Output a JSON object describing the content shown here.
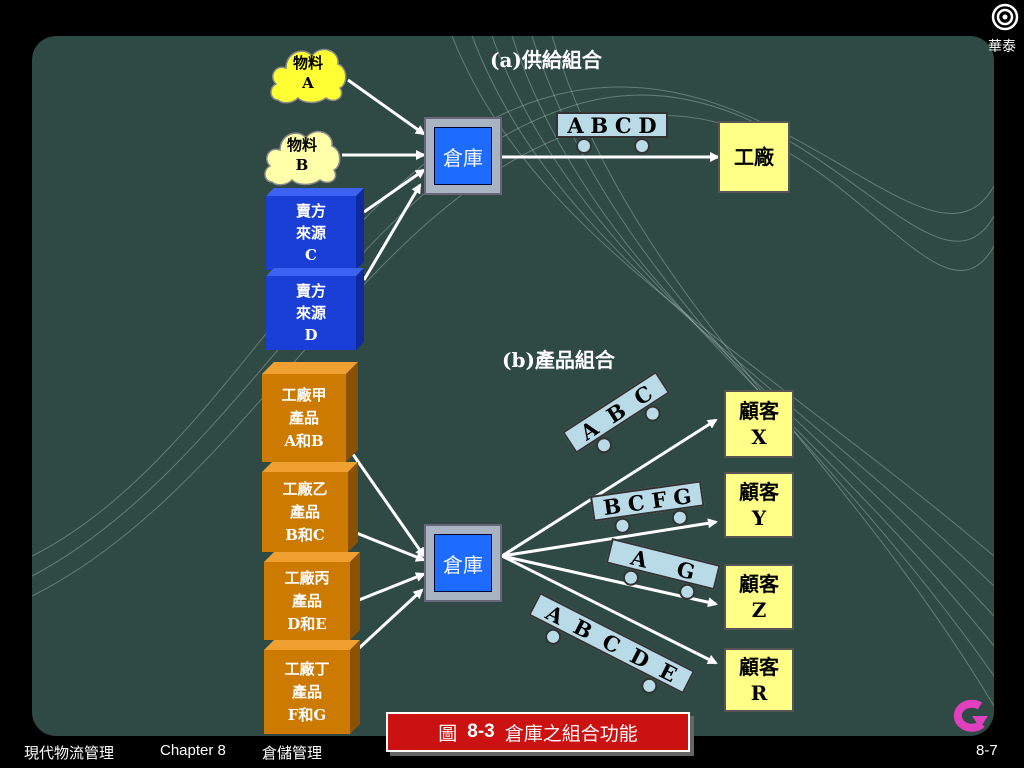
{
  "section_a": {
    "title": "(a)供給組合",
    "material_a": [
      "物料",
      "A"
    ],
    "material_b": [
      "物料",
      "B"
    ],
    "seller_c": [
      "賣方",
      "來源",
      "C"
    ],
    "seller_d": [
      "賣方",
      "來源",
      "D"
    ],
    "warehouse": "倉庫",
    "cart": [
      "A",
      "B",
      "C",
      "D"
    ],
    "factory": "工廠"
  },
  "section_b": {
    "title": "(b)產品組合",
    "warehouse": "倉庫",
    "factories": [
      [
        "工廠甲",
        "產品",
        "A和B"
      ],
      [
        "工廠乙",
        "產品",
        "B和C"
      ],
      [
        "工廠丙",
        "產品",
        "D和E"
      ],
      [
        "工廠丁",
        "產品",
        "F和G"
      ]
    ],
    "carts": [
      [
        "A",
        "B",
        "C"
      ],
      [
        "B",
        "C",
        "F",
        "G"
      ],
      [
        "A",
        "G"
      ],
      [
        "A",
        "B",
        "C",
        "D",
        "E"
      ]
    ],
    "customers": [
      [
        "顧客",
        "X"
      ],
      [
        "顧客",
        "Y"
      ],
      [
        "顧客",
        "Z"
      ],
      [
        "顧客",
        "R"
      ]
    ]
  },
  "caption": {
    "prefix": "圖",
    "number": "8-3",
    "text": "倉庫之組合功能"
  },
  "footer": {
    "book": "現代物流管理",
    "chapter": "Chapter 8",
    "topic": "倉儲管理",
    "page": "8-7"
  },
  "publisher": "華泰",
  "colors": {
    "board": "#2f4a45",
    "warehouse": "#1e6bff",
    "seller": "#1a3fd6",
    "factory_box": "#cc7a00",
    "yellow": "#ffff88",
    "cart": "#b9dbe8",
    "caption": "#cc1111"
  }
}
